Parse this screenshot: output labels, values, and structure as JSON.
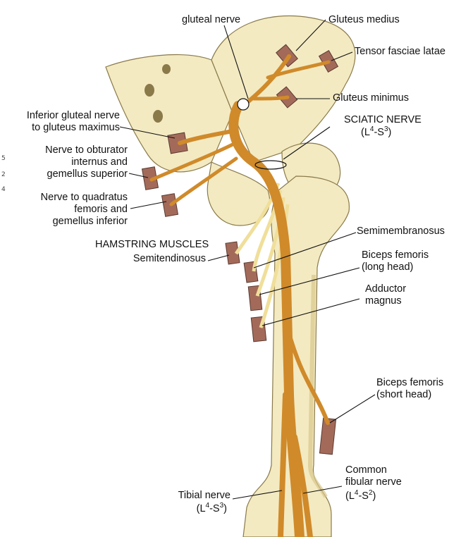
{
  "labels": {
    "superior_gluteal_nerve": "gluteal nerve",
    "gluteus_medius": "Gluteus medius",
    "tensor_fasciae_latae": "Tensor fasciae latae",
    "gluteus_minimus": "Gluteus minimus",
    "sciatic_nerve": {
      "name": "SCIATIC NERVE",
      "root_open": "(L",
      "sup1": "4",
      "dash": "-S",
      "sup2": "3",
      "root_close": ")"
    },
    "inferior_gluteal_line1": "Inferior gluteal nerve",
    "inferior_gluteal_line2": "to gluteus maximus",
    "obturator_line1": "Nerve to obturator",
    "obturator_line2": "internus and",
    "obturator_line3": "gemellus superior",
    "quadratus_line1": "Nerve to quadratus",
    "quadratus_line2": "femoris and",
    "quadratus_line3": "gemellus inferior",
    "hamstring_muscles": "HAMSTRING MUSCLES",
    "semitendinosus": "Semitendinosus",
    "semimembranosus": "Semimembranosus",
    "biceps_long_line1": "Biceps femoris",
    "biceps_long_line2": "(long head)",
    "adductor_line1": "Adductor",
    "adductor_line2": "magnus",
    "biceps_short_line1": "Biceps femoris",
    "biceps_short_line2": "(short head)",
    "common_fibular_line1": "Common",
    "common_fibular_line2": "fibular nerve",
    "common_fibular_root": {
      "root_open": "(L",
      "sup1": "4",
      "dash": "-S",
      "sup2": "2",
      "root_close": ")"
    },
    "tibial_line1": "Tibial nerve",
    "tibial_root": {
      "root_open": "(L",
      "sup1": "4",
      "dash": "-S",
      "sup2": "3",
      "root_close": ")"
    }
  },
  "edge_marks": [
    "5",
    "2",
    "4"
  ],
  "colors": {
    "bone": "#f3eac2",
    "bone_shadow": "#e3d49c",
    "nerve": "#d08a2a",
    "nerve_dark": "#a8661a",
    "muscle_stump": "#a36a5a",
    "leader": "#111111"
  }
}
